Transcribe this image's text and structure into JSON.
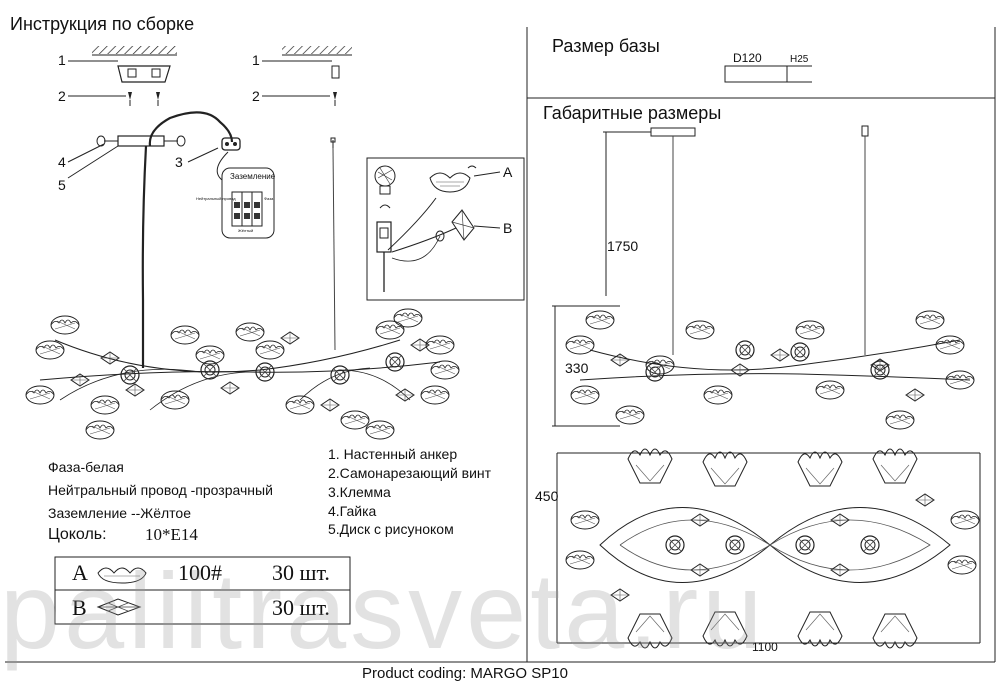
{
  "title": "Инструкция по сборке",
  "callouts": {
    "c1": "1",
    "c2": "2",
    "c3": "3",
    "c4": "4",
    "c5": "5",
    "c1b": "1",
    "c2b": "2"
  },
  "grounding_box": {
    "title": "Заземление",
    "left_label": "Нейтральный провод",
    "right_label": "Фаза",
    "bottom_label": "Жёлтый"
  },
  "detail_labels": {
    "a": "A",
    "b": "B"
  },
  "wires": {
    "phase": "Фаза-белая",
    "neutral": "Нейтральный провод -прозрачный",
    "ground": "Заземление --Жёлтое"
  },
  "socket": {
    "label": "Цоколь:",
    "value": "10*E14"
  },
  "parts_table": [
    {
      "letter": "A",
      "code": "100#",
      "qty": "30 шт."
    },
    {
      "letter": "B",
      "code": "",
      "qty": "30 шт."
    }
  ],
  "legend": [
    "1. Настенный анкер",
    "2.Самонарезающий винт",
    "3.Клемма",
    "4.Гайка",
    "5.Диск с рисунoком"
  ],
  "base": {
    "title": "Размер базы",
    "diameter": "D120",
    "height": "H25"
  },
  "overall": {
    "title": "Габаритные размеры",
    "h_total": "1750",
    "h_body": "330",
    "depth": "450",
    "width": "1100"
  },
  "product": "Product coding: MARGO SP10",
  "watermark": "paliitrasveta.ru"
}
